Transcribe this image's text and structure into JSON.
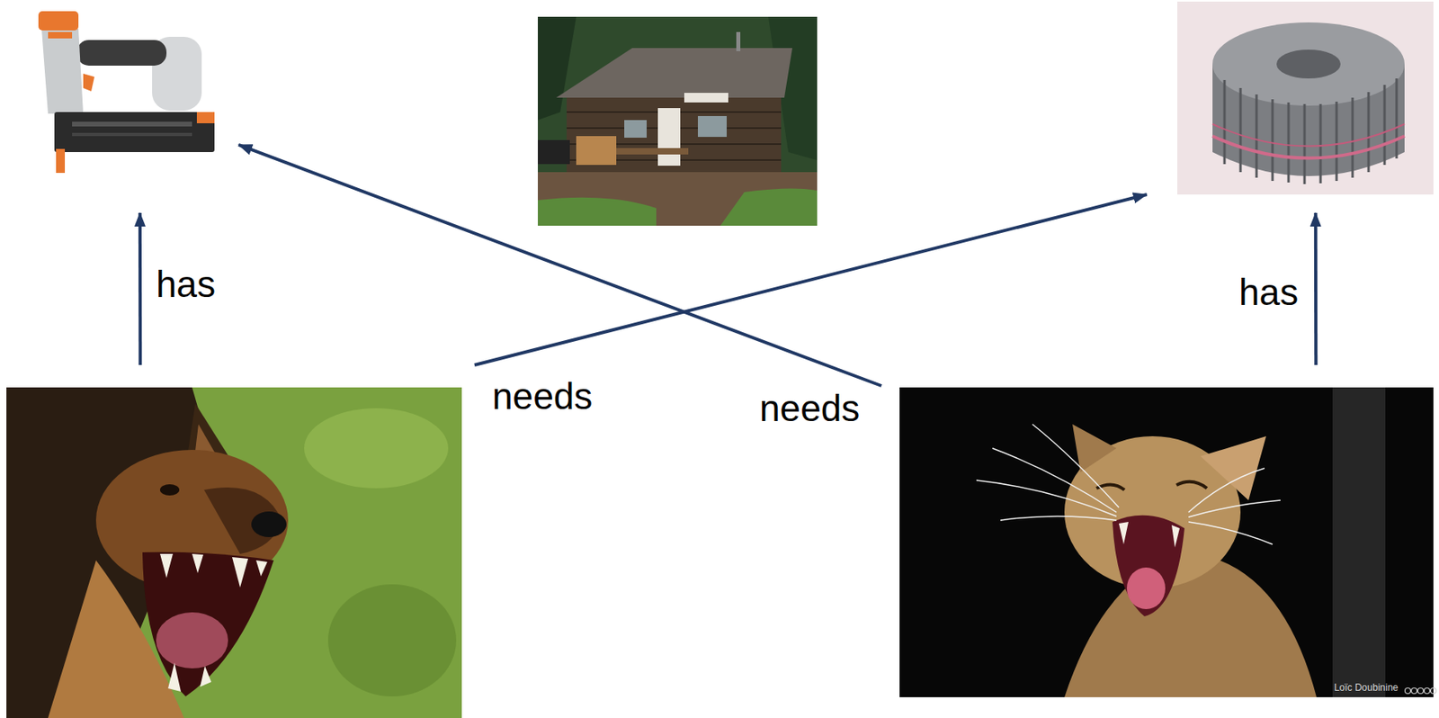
{
  "diagram": {
    "nodes": [
      {
        "text": []
      },
      {
        "text": []
      },
      {
        "text": []
      },
      {
        "text": []
      },
      {
        "text": [
          "Loïc Doubinine"
        ]
      }
    ],
    "edges": [
      {
        "from": 3,
        "to": 0,
        "arrow": "to",
        "label": "has"
      },
      {
        "from": 4,
        "to": 2,
        "arrow": "to",
        "label": "has"
      },
      {
        "from": 3,
        "to": 2,
        "arrow": "to",
        "label": "needs"
      },
      {
        "from": 4,
        "to": 0,
        "arrow": "to",
        "label": "needs"
      }
    ]
  }
}
